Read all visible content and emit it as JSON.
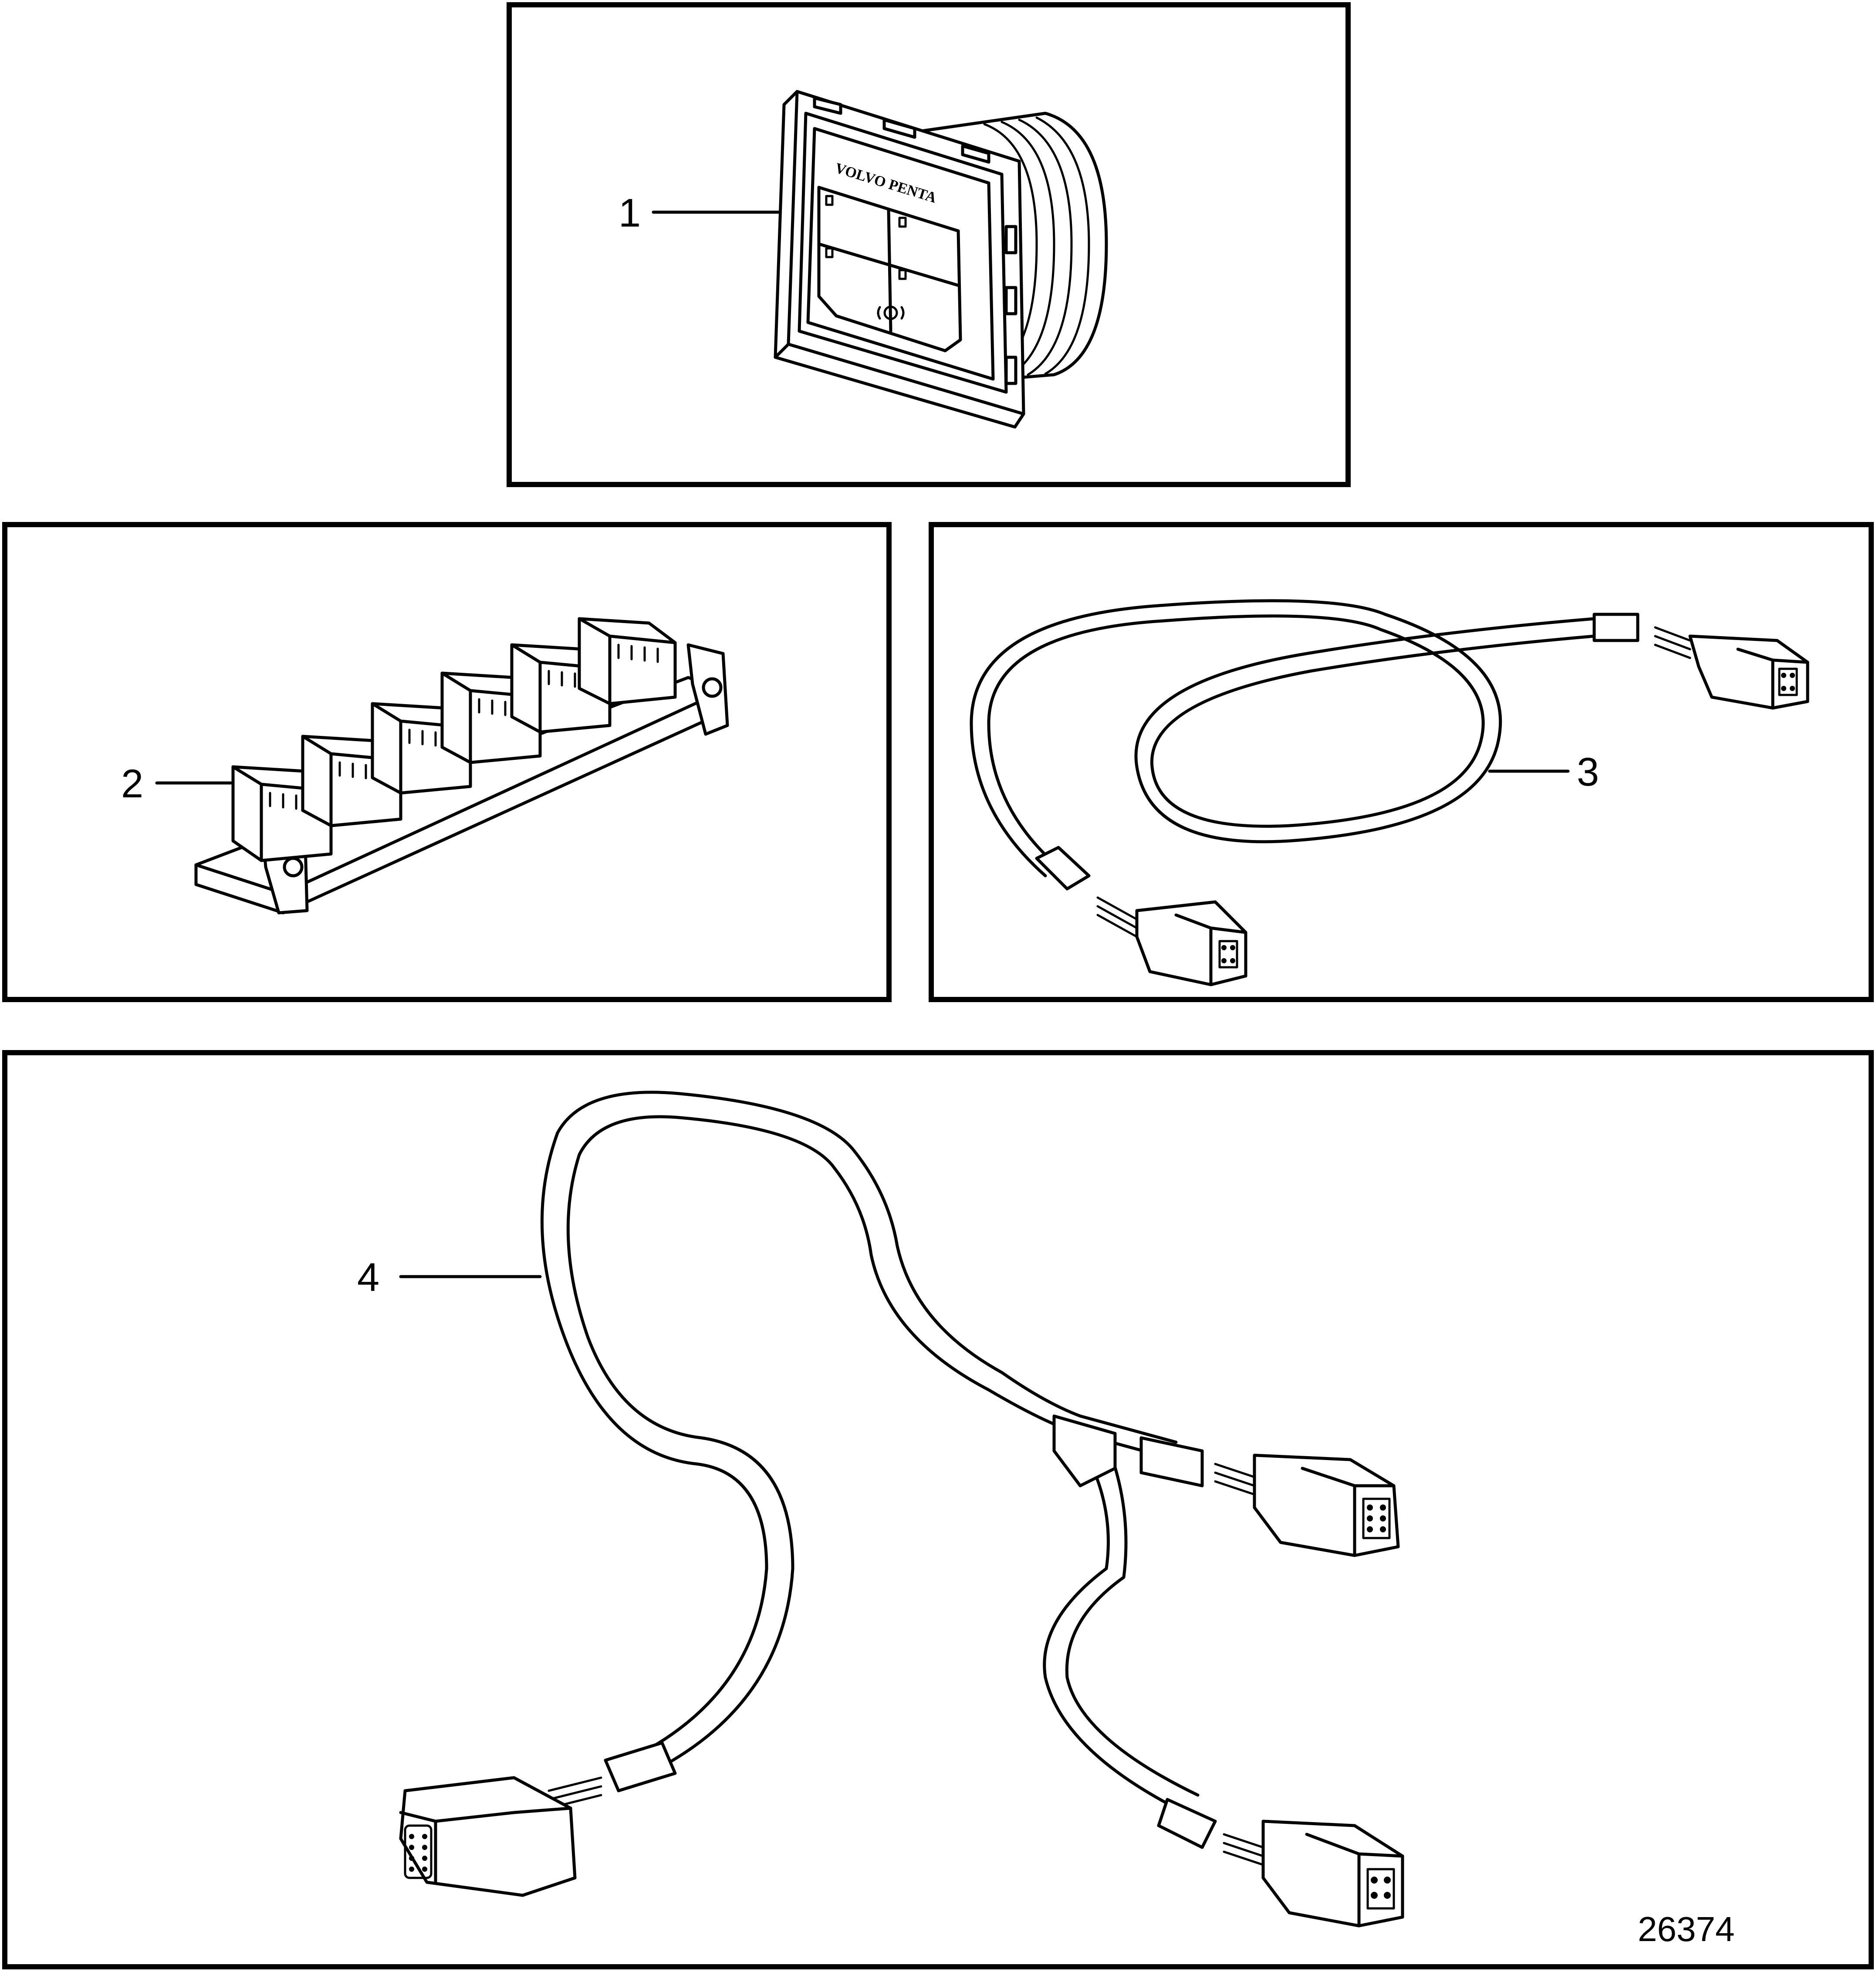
{
  "callouts": {
    "item1": "1",
    "item2": "2",
    "item3": "3",
    "item4": "4"
  },
  "brand_text": "VOLVO PENTA",
  "figure_number": "26374"
}
